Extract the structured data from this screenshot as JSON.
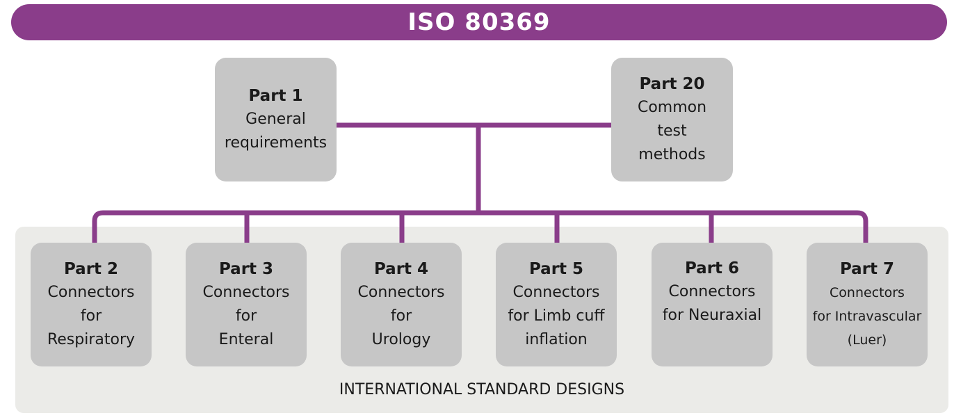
{
  "title": "ISO 80369",
  "colors": {
    "accent": "#8a3d8a",
    "box": "#c6c6c6",
    "panel": "#ebebe8"
  },
  "top_parts": [
    {
      "part": "Part 1",
      "desc": "General\nrequirements"
    },
    {
      "part": "Part 20",
      "desc": "Common\ntest\nmethods"
    }
  ],
  "design_parts": [
    {
      "part": "Part 2",
      "desc": "Connectors\nfor\nRespiratory"
    },
    {
      "part": "Part 3",
      "desc": "Connectors\nfor\nEnteral"
    },
    {
      "part": "Part 4",
      "desc": "Connectors\nfor\nUrology"
    },
    {
      "part": "Part 5",
      "desc": "Connectors\nfor Limb cuff\ninflation"
    },
    {
      "part": "Part 6",
      "desc": "Connectors\nfor Neuraxial"
    },
    {
      "part": "Part 7",
      "desc": "Connectors\nfor Intravascular\n(Luer)"
    }
  ],
  "designs_label": "INTERNATIONAL STANDARD DESIGNS"
}
